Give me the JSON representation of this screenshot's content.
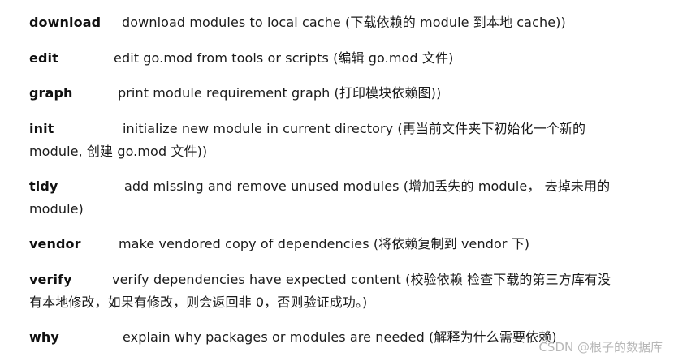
{
  "commands": [
    {
      "name": "download",
      "desc": "download modules to local cache (下载依赖的 module 到本地 cache))"
    },
    {
      "name": "edit",
      "desc": "edit go.mod from tools or scripts (编辑 go.mod 文件)"
    },
    {
      "name": "graph",
      "desc": "print module requirement graph (打印模块依赖图))"
    },
    {
      "name": "init",
      "desc": "initialize new module in current directory (再当前文件夹下初始化一个新的",
      "desc2": "module, 创建 go.mod 文件))"
    },
    {
      "name": "tidy",
      "desc": "add missing and remove unused modules (增加丢失的 module， 去掉未用的",
      "desc2": "module)"
    },
    {
      "name": "vendor",
      "desc": "make vendored copy of dependencies (将依赖复制到 vendor 下)"
    },
    {
      "name": "verify",
      "desc": "verify dependencies have expected content (校验依赖  检查下载的第三方库有没",
      "desc2": "有本地修改，如果有修改，则会返回非 0，否则验证成功。)"
    },
    {
      "name": "why",
      "desc": "explain why packages or modules are needed (解释为什么需要依赖)"
    }
  ],
  "watermark": "CSDN @根子的数据库"
}
